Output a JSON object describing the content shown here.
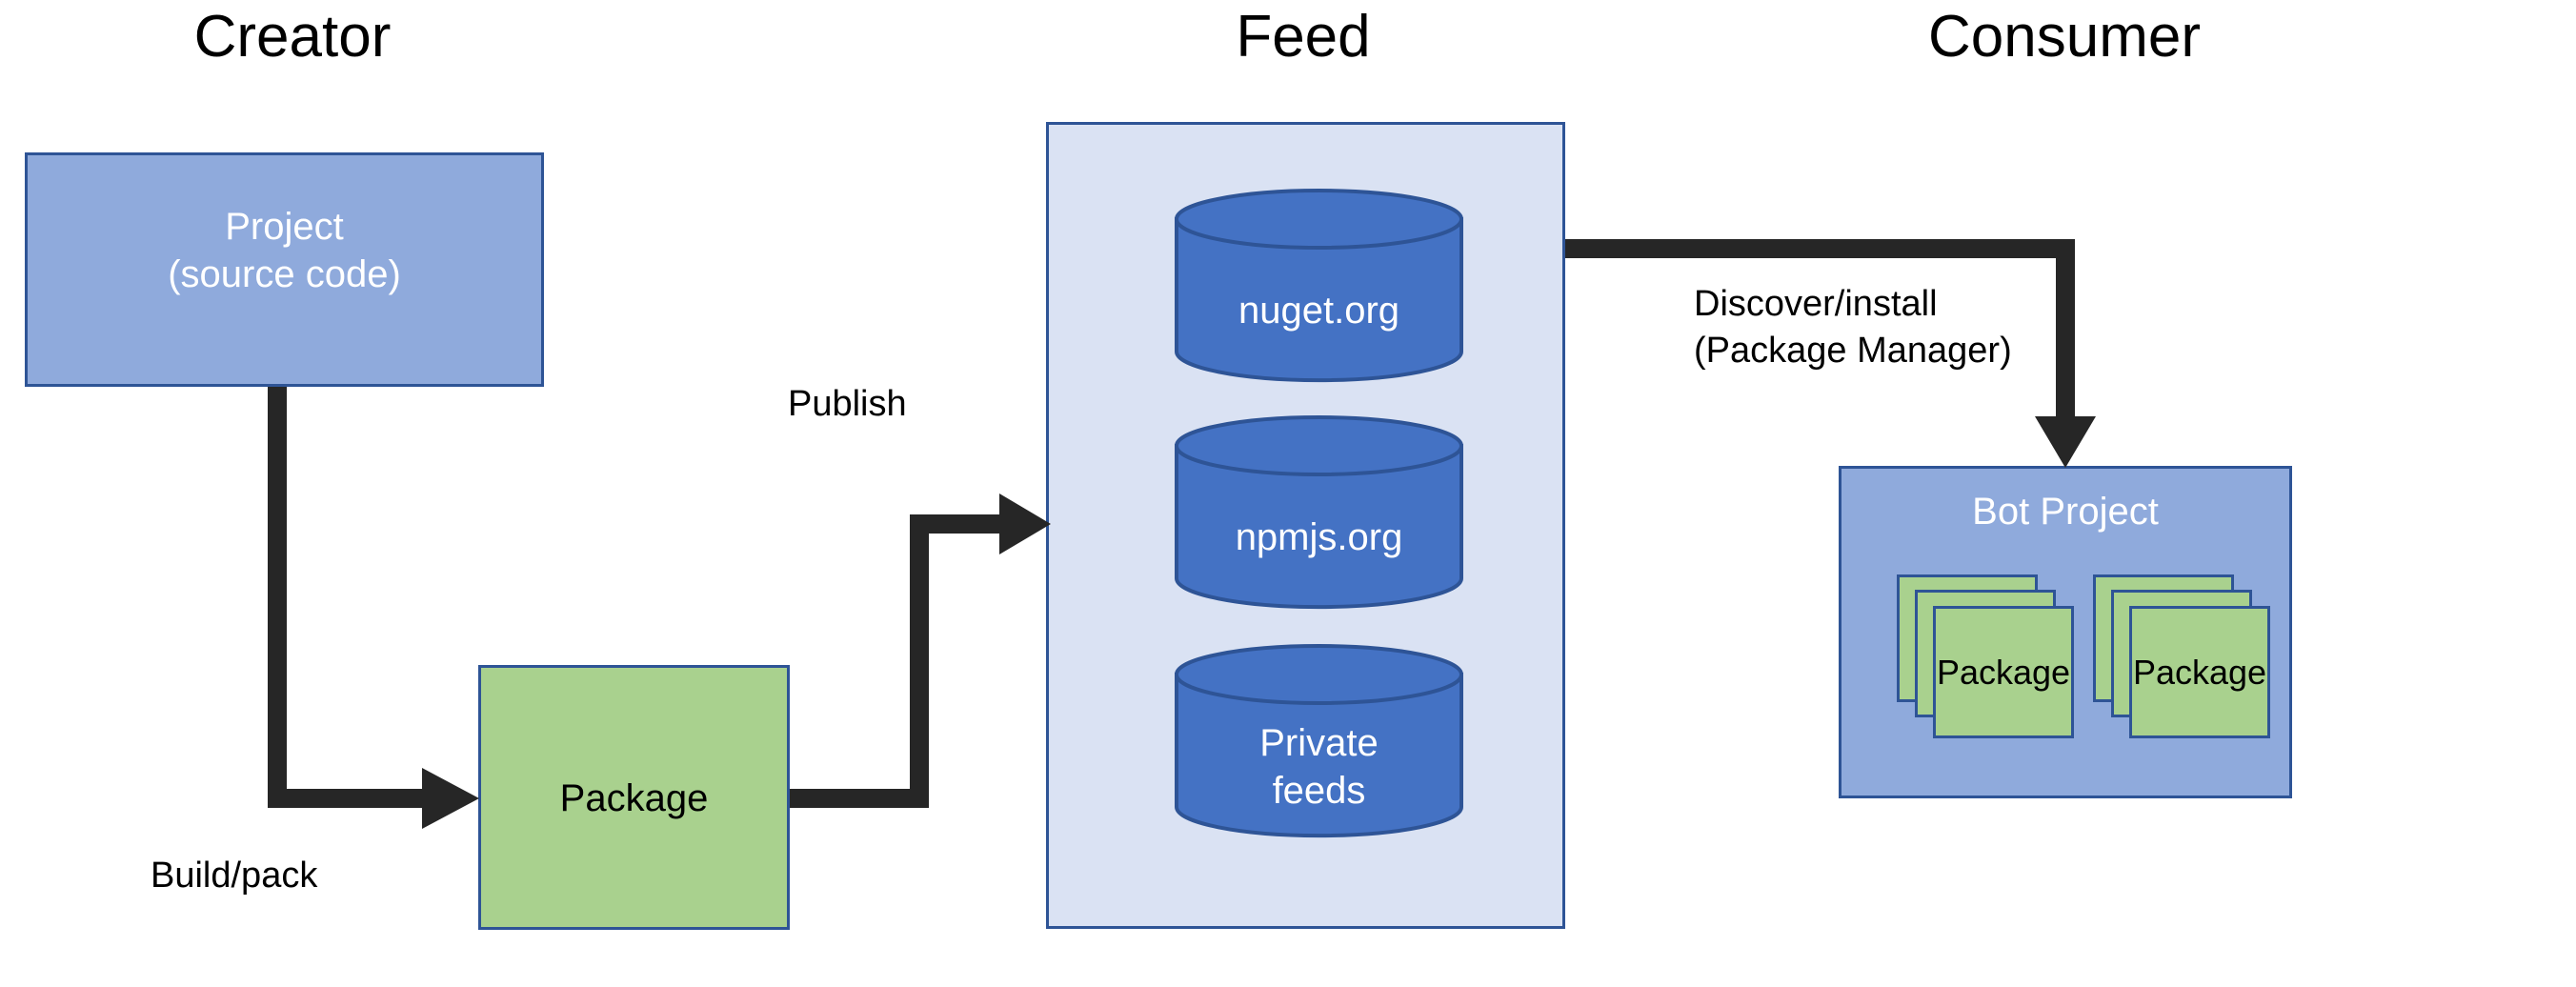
{
  "diagram": {
    "title_columns": [
      {
        "id": "creator",
        "label": "Creator"
      },
      {
        "id": "feed",
        "label": "Feed"
      },
      {
        "id": "consumer",
        "label": "Consumer"
      }
    ],
    "colors": {
      "box_blue_fill": "#8FAADC",
      "box_green_fill": "#A9D18E",
      "box_border": "#2E5496",
      "feed_container_fill": "#DAE2F3",
      "cylinder_fill": "#4472C4",
      "cylinder_border": "#2E5496",
      "connector": "#262626",
      "text_on_fill": "#FFFFFF",
      "text_default": "#000000"
    },
    "creator": {
      "project_box": {
        "label": "Project\n(source code)"
      },
      "package_box": {
        "label": "Package"
      },
      "build_pack_label": "Build/pack"
    },
    "feed": {
      "container_label": "Feed",
      "stores": [
        {
          "label": "nuget.org"
        },
        {
          "label": "npmjs.org"
        },
        {
          "label": "Private\nfeeds"
        }
      ],
      "publish_label": "Publish"
    },
    "consumer": {
      "bot_project_box": {
        "label": "Bot Project"
      },
      "package_stacks": [
        {
          "label": "Package",
          "cards": 3
        },
        {
          "label": "Package",
          "cards": 3
        }
      ],
      "discover_install_label": "Discover/install\n(Package Manager)"
    }
  }
}
